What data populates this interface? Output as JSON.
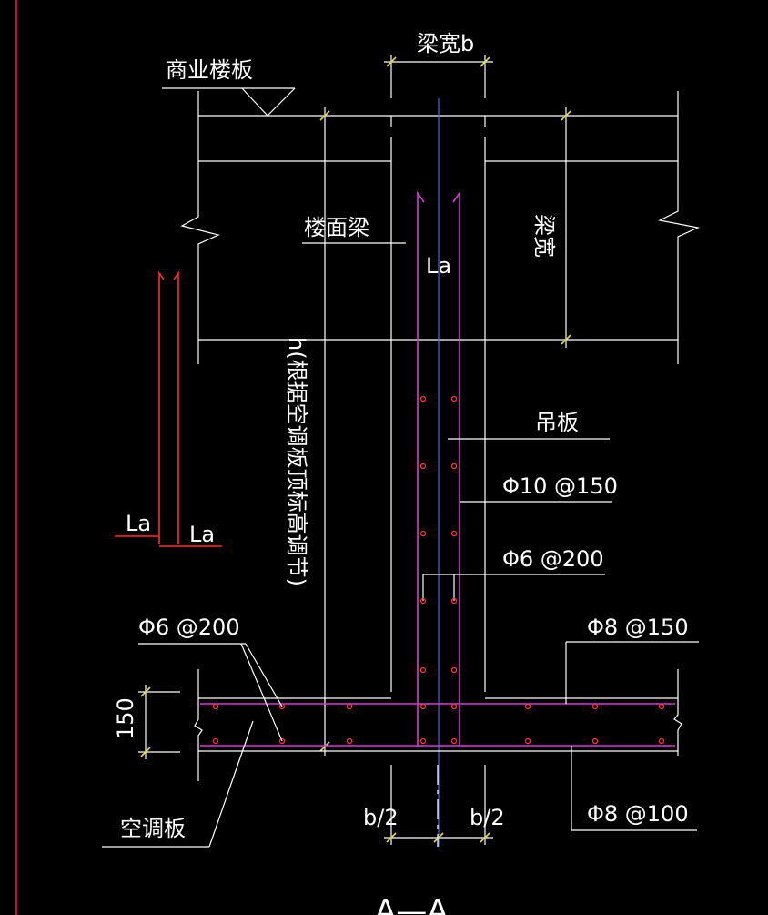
{
  "labels": {
    "beam_width_top": "梁宽b",
    "commercial_slab": "商业楼板",
    "floor_beam": "楼面梁",
    "la_top": "La",
    "beam_height_vertical": "梁宽",
    "la_left_1": "La",
    "la_left_2": "La",
    "h_vertical": "h(根据空调板顶标高调节)",
    "hanging_plate": "吊板",
    "rebar_phi10": "Φ10 @150",
    "rebar_phi6_right": "Φ6 @200",
    "rebar_phi6_left": "Φ6 @200",
    "rebar_phi8_150": "Φ8 @150",
    "dim_150": "150",
    "ac_plate": "空调板",
    "b_half_left": "b/2",
    "b_half_right": "b/2",
    "rebar_phi8_100": "Φ8 @100",
    "section_mark": "A—A"
  },
  "colors": {
    "background": "#000000",
    "line": "#ffffff",
    "rebar": "#d63cd6",
    "anchor": "#ff2a2a",
    "centerline": "#4a5cff",
    "dimension_tick": "#e8d84a"
  }
}
